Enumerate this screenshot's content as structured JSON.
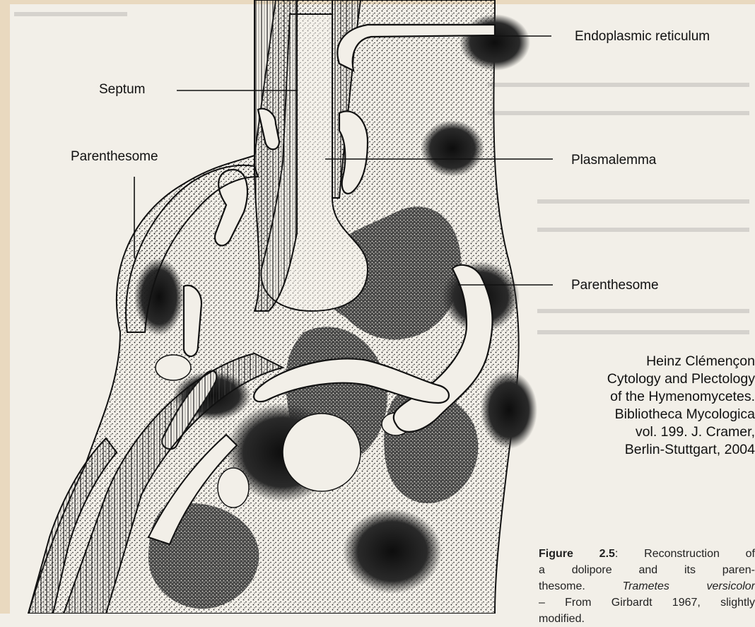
{
  "labels": {
    "endoplasmic_reticulum": "Endoplasmic reticulum",
    "septum": "Septum",
    "parenthesome_left": "Parenthesome",
    "plasmalemma": "Plasmalemma",
    "parenthesome_right": "Parenthesome"
  },
  "credit": {
    "author": "Heinz Clémençon",
    "title_line1": "Cytology and Plectology",
    "title_line2": "of the Hymenomycetes.",
    "series": "Bibliotheca Mycologica",
    "volume": "vol. 199. J. Cramer,",
    "place_year": "Berlin-Stuttgart, 2004"
  },
  "caption": {
    "figure_label": "Figure 2.5",
    "line1_rest": ": Reconstruction of",
    "line2": "a dolipore and its paren-",
    "line3_start": "thesome. ",
    "line3_italic": "Trametes versicolor",
    "line4": "– From Girbardt 1967, slightly",
    "line5": "modified."
  },
  "colors": {
    "page_background": "#f2efe8",
    "ink": "#111111",
    "stipple": "#1a1a1a",
    "border_tan": "#e9d9bf"
  }
}
